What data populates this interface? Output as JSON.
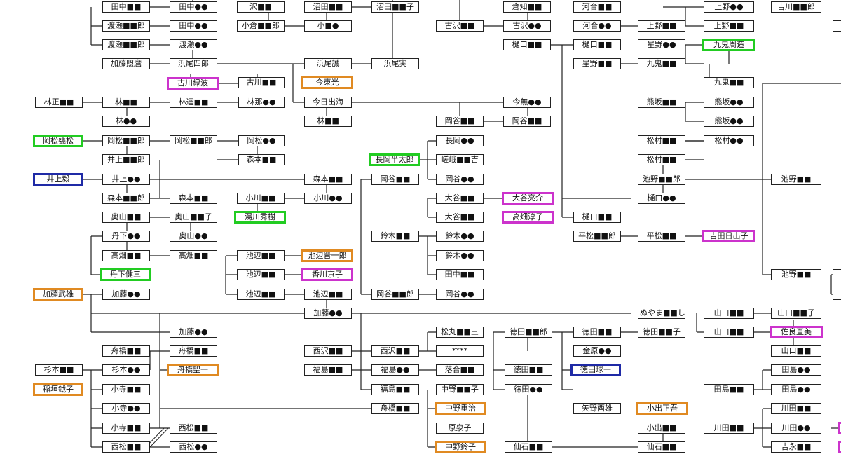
{
  "colors": {
    "line": "#222222",
    "green": "#22cc22",
    "pink": "#cc33cc",
    "orange": "#e08a22",
    "blue": "#1f2aa6"
  },
  "persons": {
    "p1": "田中■■",
    "p2": "田中●●",
    "p3": "渡瀬■■郎",
    "p4": "田中●●",
    "p5": "渡瀬■■郎",
    "p6": "渡瀬●●",
    "p7": "加藤照麿",
    "p8": "浜尾四郎",
    "p9": "古川緑波",
    "p10": "古川■■",
    "p11": "林正■■",
    "p12": "林■■",
    "p13": "林達■■",
    "p14": "林那●●",
    "p15": "林●●",
    "p16": "岡松甕松",
    "p17": "岡松■■郎",
    "p18": "岡松■■郎",
    "p19": "岡松●●",
    "p20": "森本■■",
    "p21": "井上■■郎",
    "p22": "井上毅",
    "p23": "井上●●",
    "p24": "森本■■郎",
    "p25": "森本■■",
    "p26": "奥山■■",
    "p27": "奥山■■子",
    "p28": "奥山●●",
    "p29": "丹下●●",
    "p30": "高畑■■",
    "p31": "高畑■■",
    "p32": "丹下健三",
    "p33": "加藤武雄",
    "p34": "加藤●●",
    "p35": "沢■■",
    "p36": "小倉■■郎",
    "p37": "沼田■■",
    "p38": "小■●",
    "p39": "沼田■■子",
    "p40": "浜尾誠",
    "p41": "浜尾実",
    "p42": "今東光",
    "p43": "今日出海",
    "p44": "林■■",
    "p45": "森本■■",
    "p46": "小川■■",
    "p47": "小川●●",
    "p48": "湯川秀樹",
    "p49": "池辺■■",
    "p50": "池辺晋一郎",
    "p51": "池辺■■",
    "p52": "香川京子",
    "p53": "池辺■■",
    "p54": "池辺■■",
    "p55": "加藤●●",
    "p56": "加藤●●",
    "p57": "舟橋■■",
    "p58": "舟橋■■",
    "p59": "舟橋聖一",
    "p60": "杉本■■",
    "p61": "杉本●●",
    "p62": "稲垣鉞子",
    "p63": "小寺■■",
    "p64": "小寺●●",
    "p65": "小寺■■",
    "p66": "西松■■",
    "p67": "西松■■",
    "p68": "西松●●",
    "p69": "西沢■■",
    "p70": "福島■■",
    "p71": "西沢■■",
    "p72": "福島●●",
    "p73": "福島■■",
    "p74": "舟橋■■",
    "p75": "古沢■■",
    "p76": "倉知■■",
    "p77": "古沢●●",
    "p78": "樋口■■",
    "p79": "今無●●",
    "p80": "岡谷■■",
    "p81": "岡谷■■",
    "p82": "長岡●●",
    "p83": "長岡半太郎",
    "p84": "嵯峨■■吉",
    "p85": "岡谷■■",
    "p86": "岡谷●●",
    "p87": "大谷■■",
    "p88": "大谷亮介",
    "p89": "大谷■■",
    "p90": "高畑淳子",
    "p91": "鈴木■■",
    "p92": "鈴木●●",
    "p93": "鈴木●●",
    "p94": "田中■■",
    "p95": "岡谷■■郎",
    "p96": "岡谷●●",
    "p97": "松丸■■三",
    "p98": "****",
    "p99": "落合■■",
    "p100": "中野■■子",
    "p101": "中野重治",
    "p102": "原泉子",
    "p103": "中野鈴子",
    "p104": "徳田■■郎",
    "p105": "徳田■■",
    "p106": "徳田●●",
    "p107": "仙石■■",
    "p108": "河合■■",
    "p109": "河合●●",
    "p110": "樋口■■",
    "p111": "星野■■",
    "p112": "樋口■■",
    "p113": "平松■■郎",
    "p114": "徳田■■",
    "p115": "金原●●",
    "p116": "徳田球一",
    "p117": "矢野酉雄",
    "p118": "上野■■",
    "p119": "上野●●",
    "p120": "上野■■",
    "p121": "星野●●",
    "p122": "九鬼周造",
    "p123": "九鬼■■",
    "p124": "九鬼■■",
    "p125": "熊坂■■",
    "p126": "熊坂●●",
    "p127": "熊坂●●",
    "p128": "松村■■",
    "p129": "松村■■",
    "p130": "松村●●",
    "p131": "池野■■郎",
    "p132": "樋口●●",
    "p133": "平松■■",
    "p134": "吉田日出子",
    "p135": "ぬやま■■し",
    "p136": "徳田■■子",
    "p137": "小出正吾",
    "p138": "小出■■",
    "p139": "仙石■■",
    "p140": "吉川■■郎",
    "p141": "池野■■",
    "p142": "池野■■",
    "p143": "山口■■",
    "p144": "山口■■子",
    "p145": "山口■■",
    "p146": "佐良直美",
    "p147": "山口■■",
    "p148": "田島●●",
    "p149": "田島■■",
    "p150": "田島●●",
    "p151": "川田■■",
    "p152": "川田■■",
    "p153": "川田●●",
    "p154": "吉永■■"
  }
}
